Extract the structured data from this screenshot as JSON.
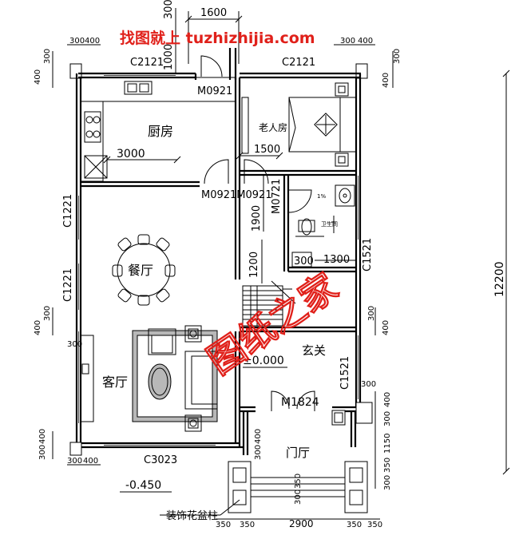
{
  "watermark": {
    "top": "找图就上 tuzhizhijia.com",
    "center": "图纸之家"
  },
  "rooms": {
    "kitchen": "厨房",
    "elder_room": "老人房",
    "dining": "餐厅",
    "living": "客厅",
    "foyer": "玄关",
    "entry_hall": "门厅",
    "bathroom": "卫生间"
  },
  "openings": {
    "c2121_left": "C2121",
    "c2121_right": "C2121",
    "c1221_top": "C1221",
    "c1221_bottom": "C1221",
    "c1521_top": "C1521",
    "c1521_bottom": "C1521",
    "c3023": "C3023",
    "m0921_kitchen": "M0921",
    "m0921_pair": "M0921M0921",
    "m0721": "M0721",
    "m1824": "M1824"
  },
  "levels": {
    "floor": "±0.000",
    "outside": "-0.450"
  },
  "labels": {
    "planter": "装饰花盆柱",
    "slope": "1%",
    "scale_12200": "12200"
  },
  "dims": {
    "d1600": "1600",
    "d300_top": "300",
    "d1000": "1000",
    "d300_tl_a": "300",
    "d400_tl_b": "400",
    "d300_tr_a": "300",
    "d400_tr_b": "400",
    "d300_lv1": "300",
    "d400_lv2": "400",
    "d400_rv1": "400",
    "d300_rv2": "300",
    "d3000": "3000",
    "d1500": "1500",
    "d1900": "1900",
    "d1200": "1200",
    "d1300": "1300",
    "d300_mid": "300",
    "d400_mid": "400",
    "d300_lm": "300",
    "d400_lm": "400",
    "d300_rm": "300",
    "d300_rm2": "300",
    "d300_r1": "300",
    "d400_r2": "400",
    "d300_r3": "300",
    "d1150": "1150",
    "d350_r4": "350",
    "d300_r5": "300",
    "d300_bl1": "300",
    "d400_bl2": "400",
    "d300_bl3": "300",
    "d400_bl4": "400",
    "d300_ml": "300",
    "d400_ml": "400",
    "d300_fl1": "300",
    "d350_fl2": "350",
    "d300_fl3": "300",
    "d350_b1": "350",
    "d350_b2": "350",
    "d2900": "2900",
    "d350_b3": "350",
    "d350_b4": "350"
  }
}
